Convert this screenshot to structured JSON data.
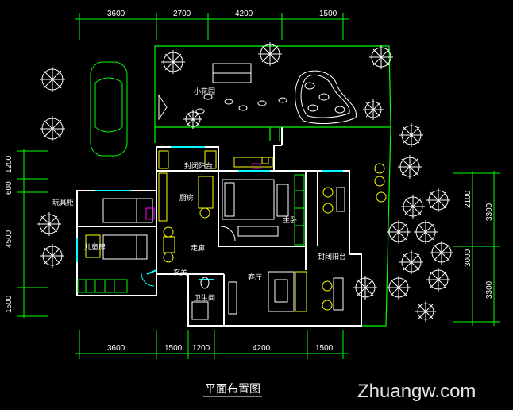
{
  "top_dims": [
    "3600",
    "2700",
    "4200",
    "1500"
  ],
  "bottom_dims": [
    "3600",
    "1500",
    "1200",
    "4200",
    "1500"
  ],
  "left_dims": [
    "1200",
    "600",
    "4500",
    "1500"
  ],
  "right_dims_inner": [
    "2100",
    "3000"
  ],
  "right_dims_outer": [
    "3300",
    "3300"
  ],
  "rooms": {
    "garden": "小花园",
    "enclosed_balcony_top": "封闭阳台",
    "kitchen": "厨房",
    "master_bedroom": "主卧",
    "toy_cabinet": "玩具柜",
    "kids_room": "儿童房",
    "hallway": "走廊",
    "living_room": "客厅",
    "enclosed_balcony_right": "封闭阳台",
    "entrance": "玄关",
    "bathroom": "卫生间"
  },
  "title": "平面布置图",
  "watermark": "Zhuangw.com",
  "colors": {
    "background": "#000000",
    "dimension": "#00ff00",
    "wall": "#ffffff",
    "furniture": "#ffff00",
    "vegetation": "#ffffff",
    "accent": "#00ffff",
    "magenta": "#ff00ff"
  }
}
